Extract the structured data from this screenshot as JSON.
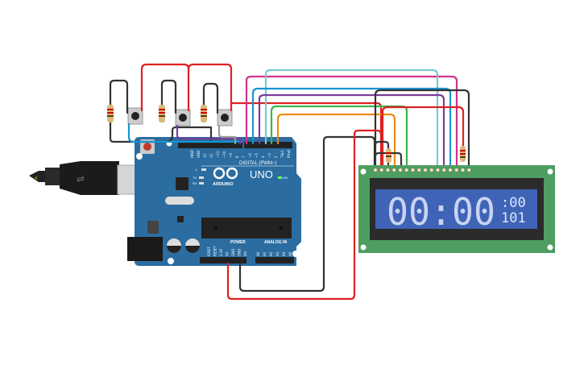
{
  "arduino": {
    "brand": "ARDUINO",
    "model": "UNO",
    "digital_label": "DIGITAL (PWM~)",
    "power_label": "POWER",
    "analog_label": "ANALOG IN",
    "on_label": "ON",
    "led_labels": [
      "L",
      "TX",
      "RX"
    ],
    "digital_pins": [
      "AREF",
      "GND",
      "13",
      "12",
      "~11",
      "~10",
      "~9",
      "8",
      "7",
      "~6",
      "~5",
      "4",
      "~3",
      "2",
      "TX▸1",
      "RX◂0"
    ],
    "power_pins": [
      "IOREF",
      "RESET",
      "3.3V",
      "5V",
      "GND",
      "GND",
      "Vin"
    ],
    "analog_pins": [
      "A0",
      "A1",
      "A2",
      "A3",
      "A4",
      "A5"
    ]
  },
  "lcd": {
    "big_text": "00:00",
    "line1_small": ":00",
    "line2_small": "101",
    "pcb_color": "#4e9e62",
    "screen_color": "#3f63b6"
  },
  "wire_colors": {
    "red": "#e02020",
    "black": "#333333",
    "magenta": "#d0338c",
    "lightblue": "#7cc7d4",
    "blue": "#1795d2",
    "purple": "#7b3c9c",
    "green": "#3ab54a",
    "orange": "#f08a12",
    "gray": "#9a9a9a"
  }
}
